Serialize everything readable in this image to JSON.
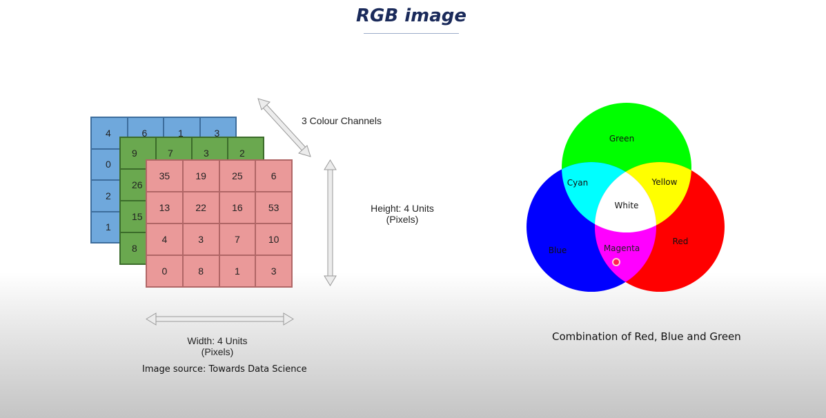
{
  "title": "RGB image",
  "channels": {
    "blue": [
      [
        "4",
        "6",
        "1",
        "3"
      ],
      [
        "0",
        "",
        "",
        ""
      ],
      [
        "2",
        "",
        "",
        ""
      ],
      [
        "1",
        "",
        "",
        ""
      ]
    ],
    "green": [
      [
        "9",
        "7",
        "3",
        "2"
      ],
      [
        "26",
        "",
        "",
        ""
      ],
      [
        "15",
        "",
        "",
        ""
      ],
      [
        "8",
        "",
        "",
        ""
      ]
    ],
    "red": [
      [
        "35",
        "19",
        "25",
        "6"
      ],
      [
        "13",
        "22",
        "16",
        "53"
      ],
      [
        "4",
        "3",
        "7",
        "10"
      ],
      [
        "0",
        "8",
        "1",
        "3"
      ]
    ]
  },
  "labels": {
    "channels": "3 Colour Channels",
    "height_line1": "Height: 4 Units",
    "height_line2": "(Pixels)",
    "width_line1": "Width: 4 Units",
    "width_line2": "(Pixels)",
    "source": "Image source: Towards Data Science"
  },
  "venn": {
    "green": "Green",
    "cyan": "Cyan",
    "yellow": "Yellow",
    "white": "White",
    "magenta": "Magenta",
    "blue": "Blue",
    "red": "Red",
    "colors": {
      "red": "#ff0000",
      "green": "#00ff00",
      "blue": "#0000ff"
    }
  },
  "caption": "Combination of Red, Blue and Green"
}
